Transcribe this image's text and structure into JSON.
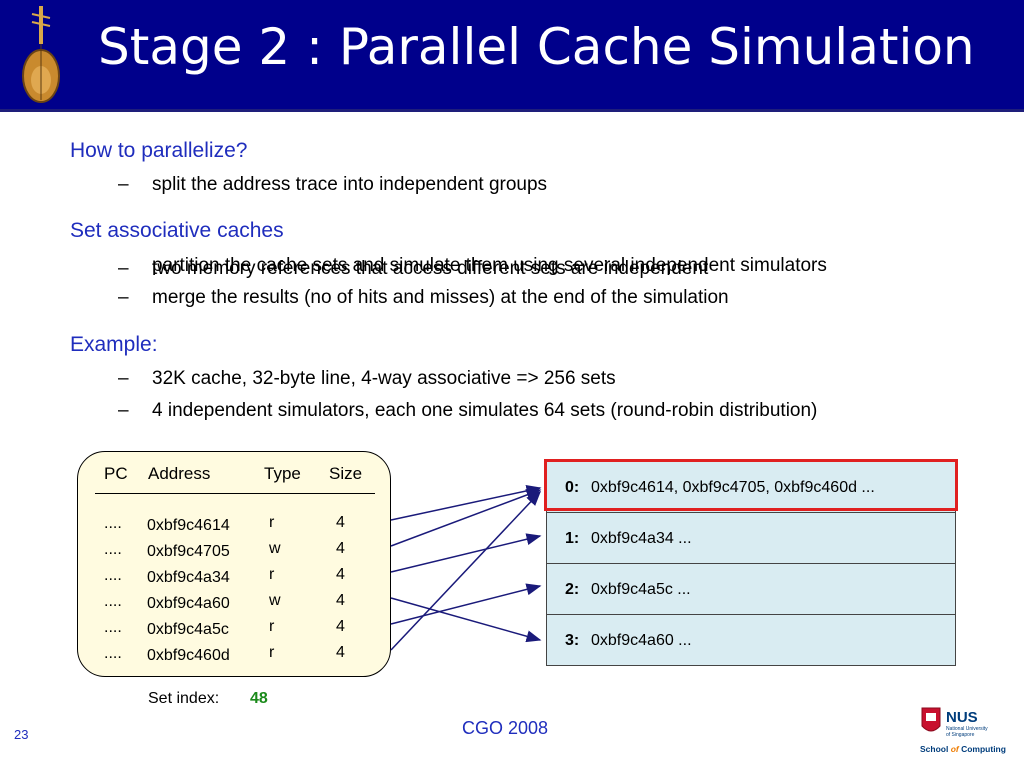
{
  "slide": {
    "title": "Stage 2 : Parallel Cache Simulation",
    "footer": "CGO 2008",
    "page_number": "23"
  },
  "bullets": [
    {
      "text": "How to parallelize?",
      "subs": [
        "split the address trace into independent groups"
      ]
    },
    {
      "text": "Set associative caches",
      "subs": [
        "two memory references that access different sets are independent",
        "partition the cache sets and simulate them using several independent simulators",
        "merge the results (no of hits and misses) at the end of the simulation"
      ]
    },
    {
      "text": "Example:",
      "subs": [
        "32K cache, 32-byte line, 4-way associative => 256 sets",
        "4 independent simulators, each one simulates 64 sets (round-robin distribution)"
      ]
    }
  ],
  "dash": "–",
  "trace": {
    "headers": {
      "pc": "PC",
      "address": "Address",
      "type": "Type",
      "size": "Size"
    },
    "rows": [
      {
        "pc": "....",
        "address": "0xbf9c4614",
        "type": "r",
        "size": "4"
      },
      {
        "pc": "....",
        "address": "0xbf9c4705",
        "type": "w",
        "size": "4"
      },
      {
        "pc": "....",
        "address": "0xbf9c4a34",
        "type": "r",
        "size": "4"
      },
      {
        "pc": "....",
        "address": "0xbf9c4a60",
        "type": "w",
        "size": "4"
      },
      {
        "pc": "....",
        "address": "0xbf9c4a5c",
        "type": "r",
        "size": "4"
      },
      {
        "pc": "....",
        "address": "0xbf9c460d",
        "type": "r",
        "size": "4"
      }
    ]
  },
  "set_index": {
    "label": "Set index:",
    "value": "48"
  },
  "simulators": [
    {
      "label": "0:",
      "value": "0xbf9c4614, 0xbf9c4705, 0xbf9c460d  ..."
    },
    {
      "label": "1:",
      "value": "0xbf9c4a34   ..."
    },
    {
      "label": "2:",
      "value": "0xbf9c4a5c   ..."
    },
    {
      "label": "3:",
      "value": "0xbf9c4a60   ..."
    }
  ],
  "colors": {
    "header_bg": "#00008b",
    "accent_text": "#1f2dbd",
    "sim_bg": "#d9ecf2",
    "highlight": "#e02020",
    "trace_bg": "#fffbe0",
    "set_index": "#1a8a1a"
  },
  "logo": {
    "name": "NUS National University of Singapore",
    "dept": "School of Computing"
  }
}
